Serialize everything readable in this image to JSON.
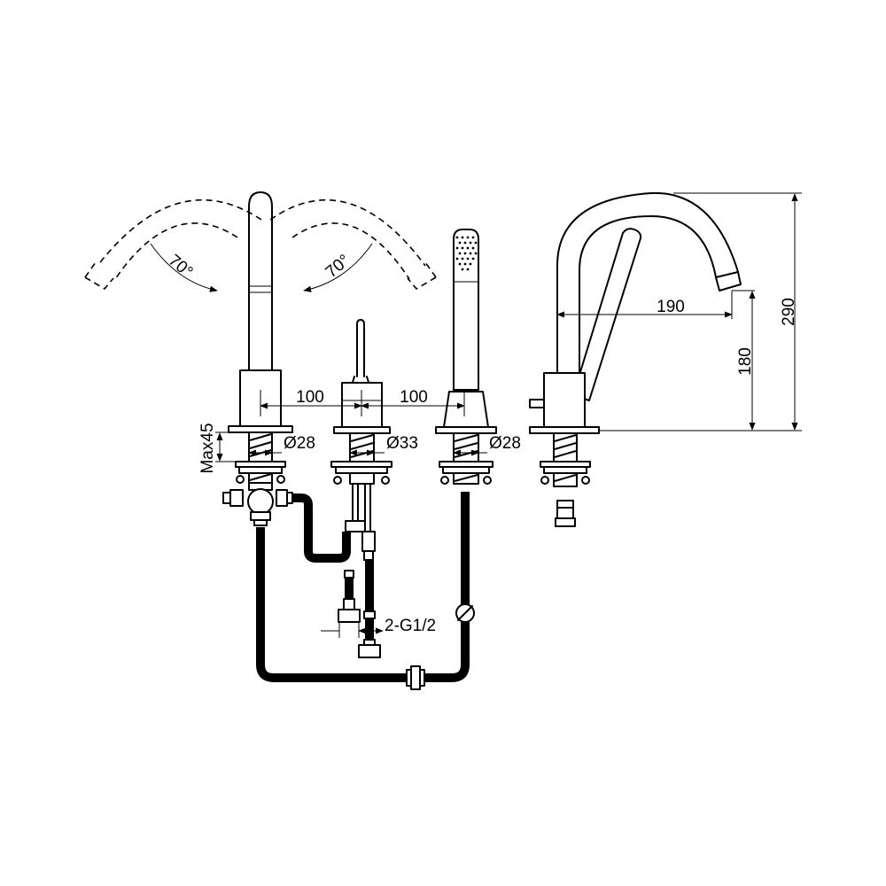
{
  "diagram": {
    "swivel_angle_left": "70°",
    "swivel_angle_right": "70°",
    "spacing_left": "100",
    "spacing_right": "100",
    "diameter_spout": "Ø28",
    "diameter_valve": "Ø33",
    "diameter_shower": "Ø28",
    "deck_thickness": "Max45",
    "spout_reach": "190",
    "spout_outlet_height": "180",
    "total_height": "290",
    "inlet_connection": "2-G1/2"
  }
}
